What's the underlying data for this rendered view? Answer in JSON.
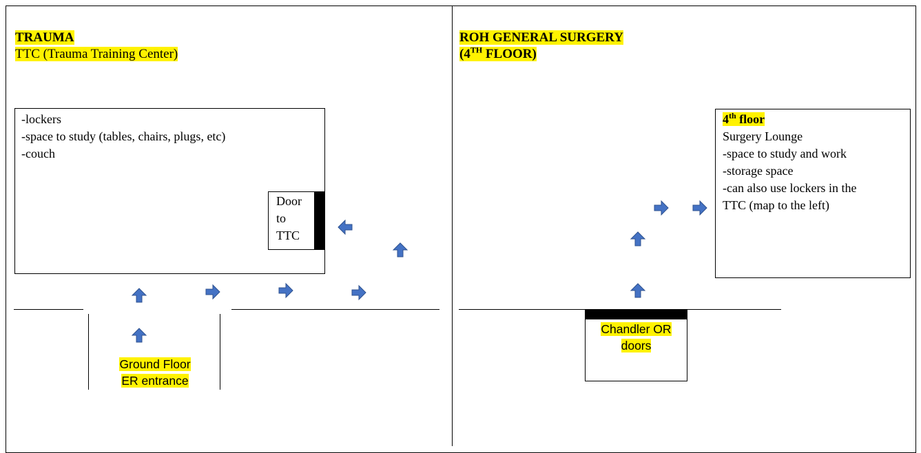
{
  "left_panel": {
    "title": "TRAUMA",
    "subtitle": "TTC (Trauma Training Center)",
    "room_items": [
      "-lockers",
      "-space to study (tables, chairs, plugs, etc)",
      "-couch"
    ],
    "door_label": [
      "Door",
      "to",
      "TTC"
    ],
    "entrance_label": [
      "Ground Floor",
      "ER entrance"
    ]
  },
  "right_panel": {
    "title_line1": "ROH GENERAL SURGERY",
    "title_line2_prefix": "(4",
    "title_line2_sup": "TH",
    "title_line2_suffix": " FLOOR)",
    "box_heading_num": "4",
    "box_heading_sup": "th",
    "box_heading_text": " floor",
    "box_items": [
      "Surgery Lounge",
      "-space to study and work",
      "-storage space",
      "-can also use lockers in the",
      "TTC (map to the left)"
    ],
    "doors_label": [
      "Chandler OR",
      "doors"
    ]
  },
  "colors": {
    "highlight": "#fff200",
    "arrow_fill": "#4472c4",
    "arrow_stroke": "#2f528f",
    "line": "#000000"
  },
  "icons": {
    "up": "arrow-up-icon",
    "right": "arrow-right-icon",
    "left": "arrow-left-icon"
  }
}
